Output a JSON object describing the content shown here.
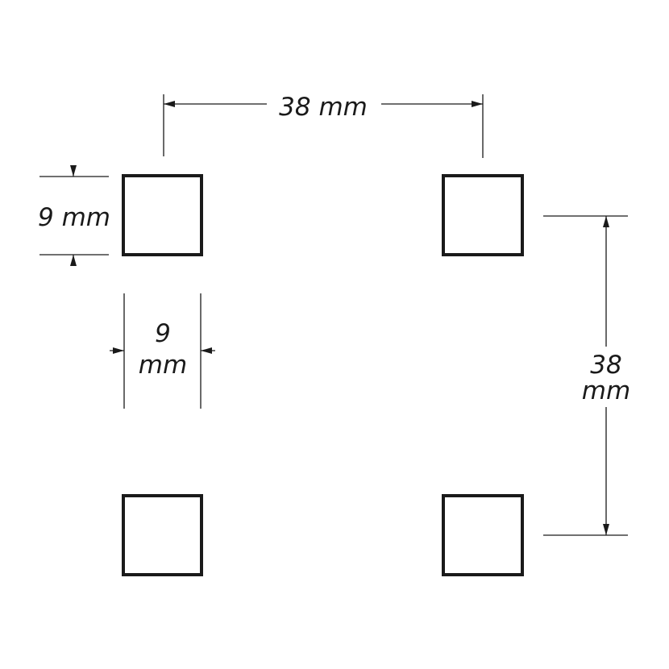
{
  "labels": {
    "top_spacing": "38 mm",
    "side_height": "9 mm",
    "width_value": "9",
    "width_unit": "mm",
    "right_spacing_value": "38",
    "right_spacing_unit": "mm"
  },
  "colors": {
    "stroke": "#1a1a1a",
    "background": "#ffffff"
  }
}
